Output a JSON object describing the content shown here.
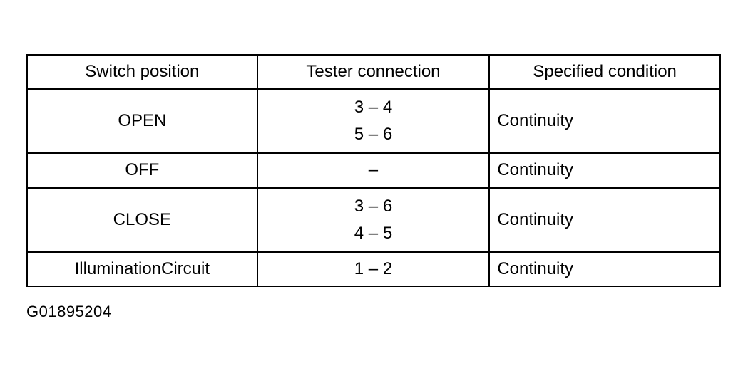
{
  "table": {
    "headers": [
      "Switch position",
      "Tester connection",
      "Specified condition"
    ],
    "rows": [
      {
        "position": "OPEN",
        "connections": [
          "3 – 4",
          "5 – 6"
        ],
        "condition": "Continuity"
      },
      {
        "position": "OFF",
        "connections": [
          "–"
        ],
        "condition": "Continuity"
      },
      {
        "position": "CLOSE",
        "connections": [
          "3 – 6",
          "4 – 5"
        ],
        "condition": "Continuity"
      },
      {
        "position": "IlluminationCircuit",
        "connections": [
          "1 – 2"
        ],
        "condition": "Continuity"
      }
    ]
  },
  "figure_id": "G01895204"
}
